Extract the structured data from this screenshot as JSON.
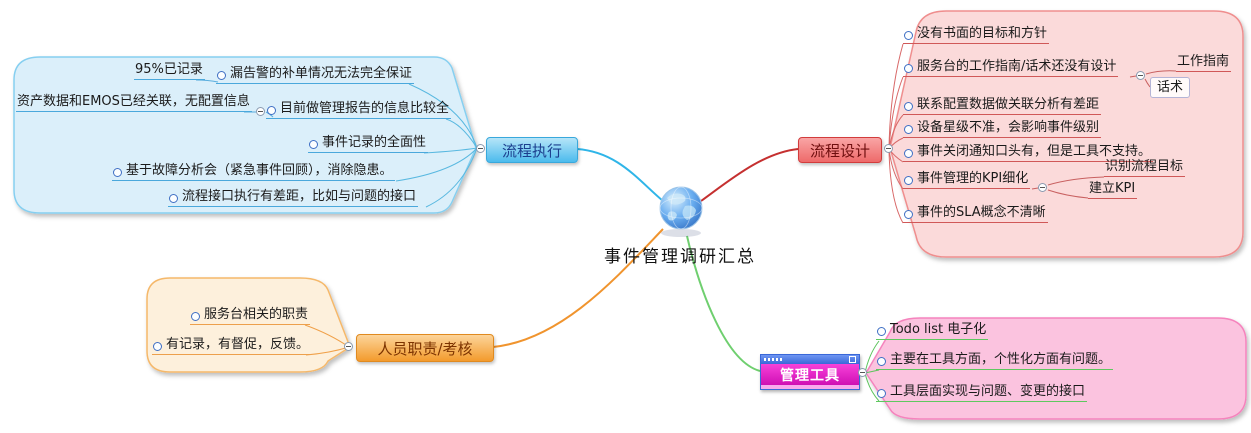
{
  "center": {
    "label": "事件管理调研汇总"
  },
  "branches": {
    "exec": {
      "label": "流程执行",
      "items": [
        {
          "text": "漏告警的补单情况无法完全保证"
        },
        {
          "text": "目前做管理报告的信息比较全"
        },
        {
          "text": "事件记录的全面性"
        },
        {
          "text": "基于故障分析会（紧急事件回顾），消除隐患。"
        },
        {
          "text": "流程接口执行有差距，比如与问题的接口"
        }
      ],
      "notes": [
        {
          "text": "95%已记录"
        },
        {
          "text": "资产数据和EMOS已经关联，无配置信息"
        }
      ]
    },
    "design": {
      "label": "流程设计",
      "items": [
        {
          "text": "没有书面的目标和方针"
        },
        {
          "text": "服务台的工作指南/话术还没有设计"
        },
        {
          "text": "联系配置数据做关联分析有差距"
        },
        {
          "text": "设备星级不准，会影响事件级别"
        },
        {
          "text": "事件关闭通知口头有，但是工具不支持。"
        },
        {
          "text": "事件管理的KPI细化"
        },
        {
          "text": "事件的SLA概念不清晰"
        }
      ],
      "guide_children": [
        {
          "text": "工作指南"
        },
        {
          "text": "话术"
        }
      ],
      "kpi_children": [
        {
          "text": "识别流程目标"
        },
        {
          "text": "建立KPI"
        }
      ]
    },
    "staff": {
      "label": "人员职责/考核",
      "items": [
        {
          "text": "服务台相关的职责"
        },
        {
          "text": "有记录，有督促，反馈。"
        }
      ]
    },
    "tools": {
      "label": "管理工具",
      "items": [
        {
          "text": "Todo list 电子化"
        },
        {
          "text": "主要在工具方面，个性化方面有问题。"
        },
        {
          "text": "工具层面实现与问题、变更的接口"
        }
      ]
    }
  },
  "colors": {
    "branch_process_execution": "#3ab5e8",
    "branch_process_design": "#d23c3c",
    "branch_staff": "#f0942e",
    "branch_tools_link": "#6fcf6f",
    "tools_node_body": "#e02ac8",
    "tools_node_titlebar": "#3a68d8"
  }
}
